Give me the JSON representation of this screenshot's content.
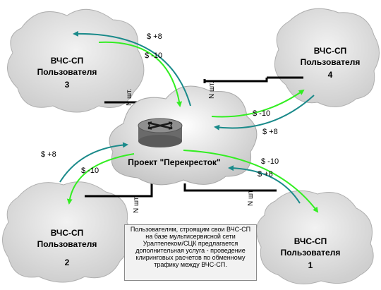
{
  "clouds": {
    "user3": {
      "line1": "ВЧС-СП",
      "line2": "Пользователя",
      "num": "3"
    },
    "user4": {
      "line1": "ВЧС-СП",
      "line2": "Пользователя",
      "num": "4"
    },
    "user2": {
      "line1": "ВЧС-СП",
      "line2": "Пользователя",
      "num": "2"
    },
    "user1": {
      "line1": "ВЧС-СП",
      "line2": "Пользователя",
      "num": "1"
    }
  },
  "core": {
    "label": "Проект \"Перекресток\""
  },
  "flows": {
    "u3_plus": "$ +8",
    "u3_minus": "$ -10",
    "u4_minus": "$ -10",
    "u4_plus": "$ +8",
    "u2_plus": "$ +8",
    "u2_minus": "$ -10",
    "u1_minus": "$ -10",
    "u1_plus": "$ +8"
  },
  "links": {
    "n3": "N шт.",
    "n4": "N шт.",
    "n2": "N шт.",
    "n1": "N шт."
  },
  "note": {
    "text": "Пользователям, строящим свои ВЧС-СП на базе мультисервисной сети Уралтелеком/СЦК предлагается дополнительная услуга - проведение клиринговых расчетов по обменному трафику между ВЧС-СП."
  },
  "colors": {
    "teal": "#1a8a8a",
    "green": "#33ee22",
    "cloud": "#e2e2e2",
    "cloud_edge": "#a0a0a0"
  }
}
